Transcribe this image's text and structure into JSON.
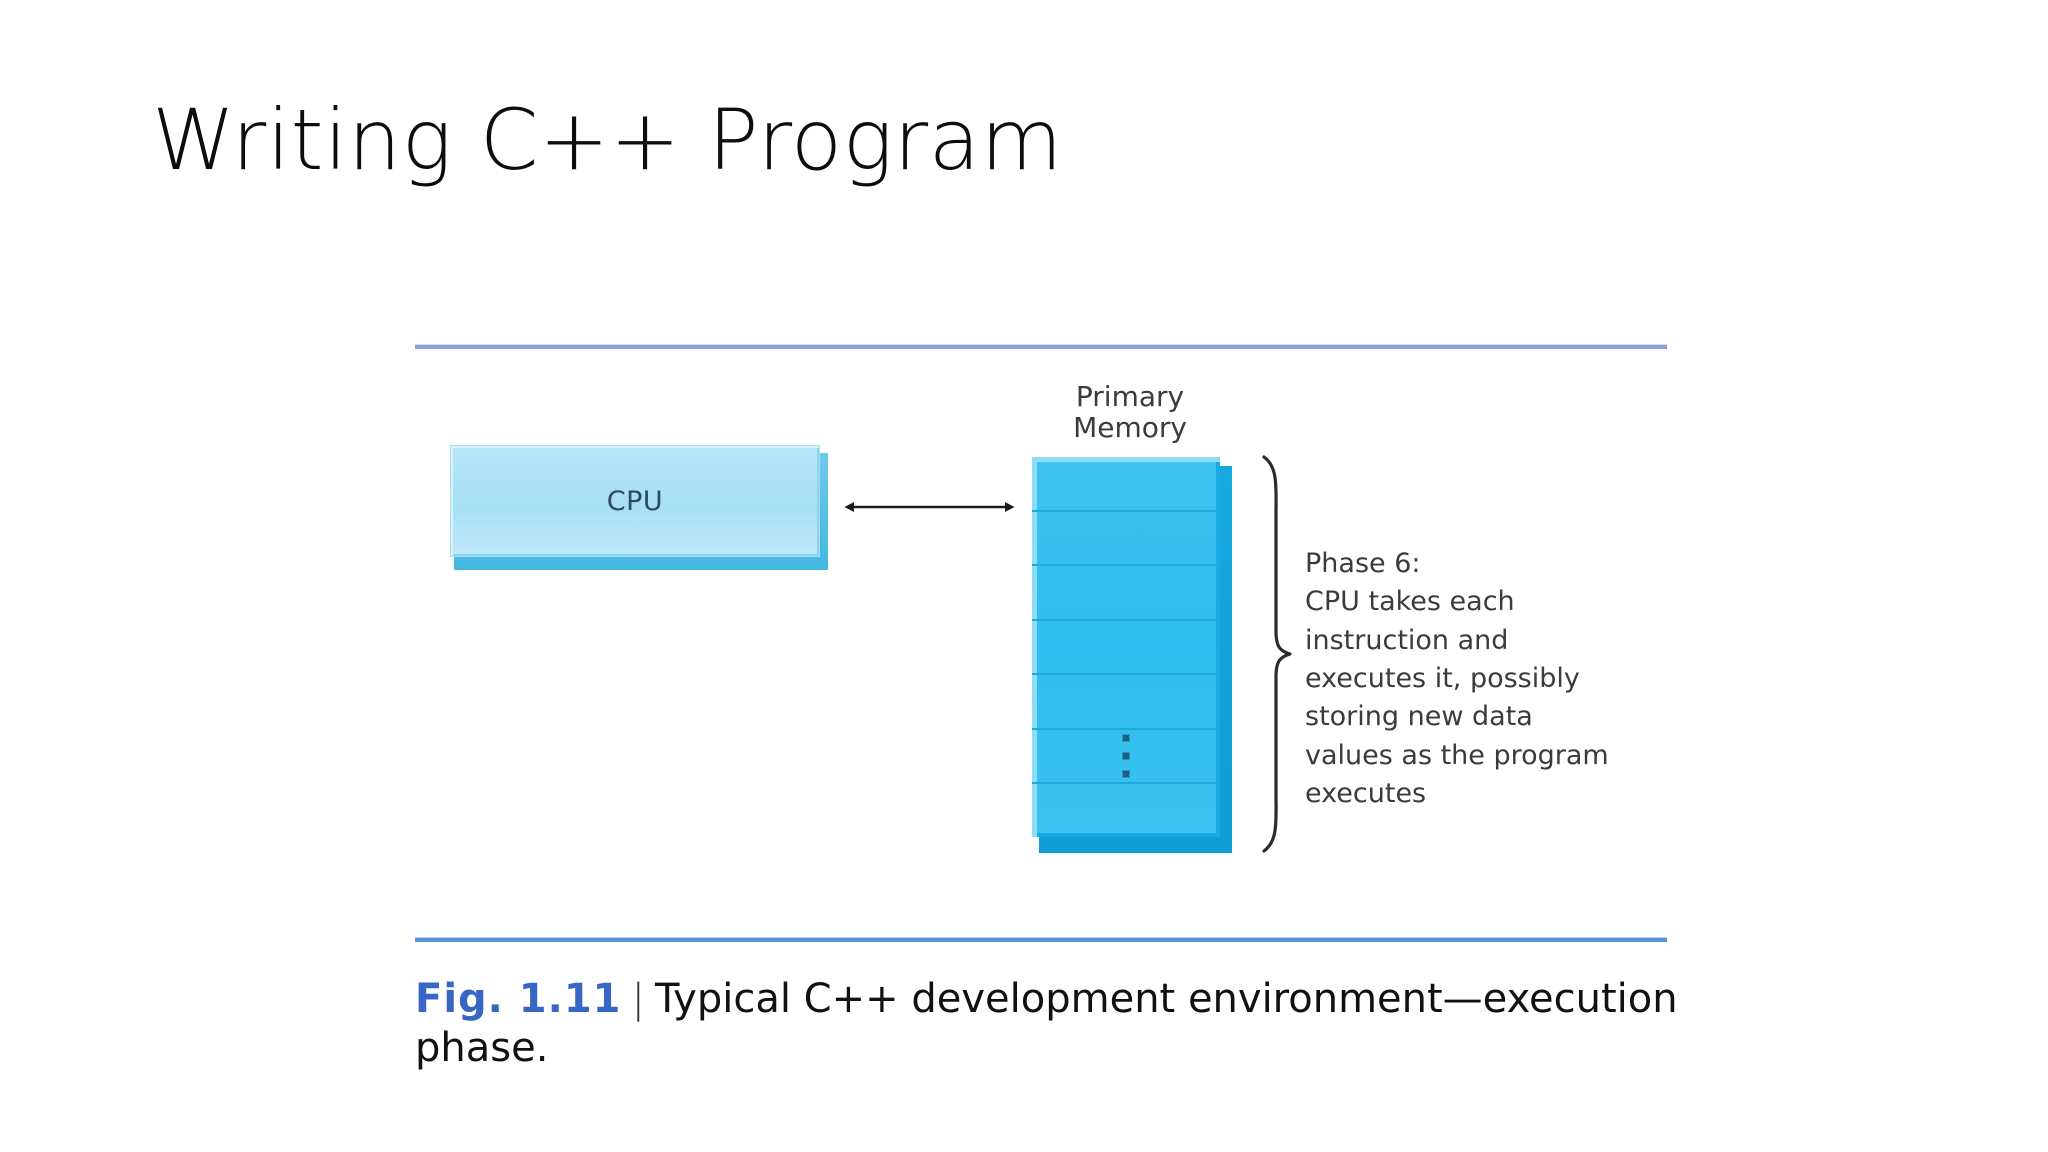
{
  "slide": {
    "title": "Writing C++ Program"
  },
  "figure": {
    "cpu": {
      "label": "CPU"
    },
    "arrow": {
      "name": "bidirectional-arrow",
      "direction": "both"
    },
    "memory": {
      "label": "Primary\nMemory",
      "label_line1": "Primary",
      "label_line2": "Memory",
      "cell_count": 7,
      "ellipsis_cell_index": 5,
      "ellipsis": "⋮"
    },
    "brace": {
      "glyph": "}"
    },
    "phase": {
      "text": "Phase 6:\nCPU takes each\ninstruction and\nexecutes it, possibly\nstoring new data\nvalues as the program\nexecutes"
    },
    "caption": {
      "figure_number": "Fig. 1.11",
      "separator": "|",
      "text": "Typical C++ development environment—execution phase."
    }
  },
  "colors": {
    "title_text": "#0d0d0d",
    "rule_top": "#8d9fd4",
    "rule_bottom": "#5b92d8",
    "cpu_fill": "#a8dff4",
    "cpu_edge": "#43b8e2",
    "cpu_text": "#2c4a63",
    "memory_fill": "#2ebdee",
    "memory_edge": "#0f9ed6",
    "memory_divider": "#1fa9de",
    "memory_dots": "#1c5f84",
    "body_text": "#3b3b3b",
    "caption_fig": "#3866c4",
    "caption_text": "#111111",
    "background": "#ffffff"
  }
}
